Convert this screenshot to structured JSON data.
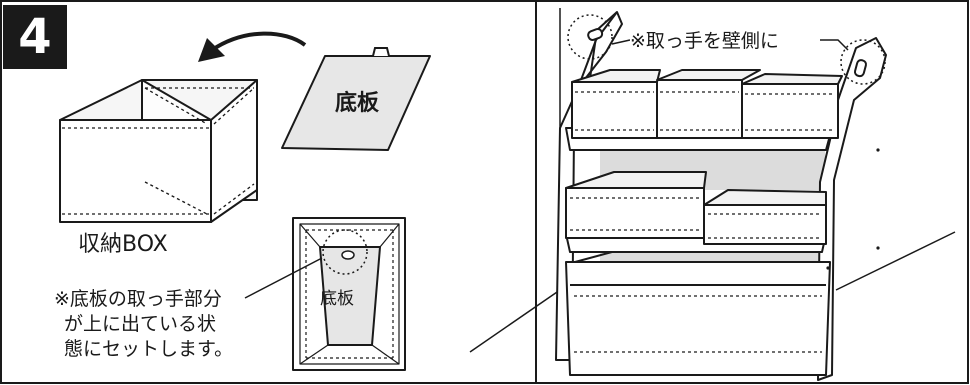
{
  "step": {
    "number": "4"
  },
  "labels": {
    "bottom_board": "底板",
    "storage_box": "収納BOX",
    "bottom_board_small": "底板",
    "note_lines": [
      "※底板の取っ手部分",
      "が上に出ている状",
      "態にセットします。"
    ],
    "handle_note": "※取っ手を壁側に"
  }
}
